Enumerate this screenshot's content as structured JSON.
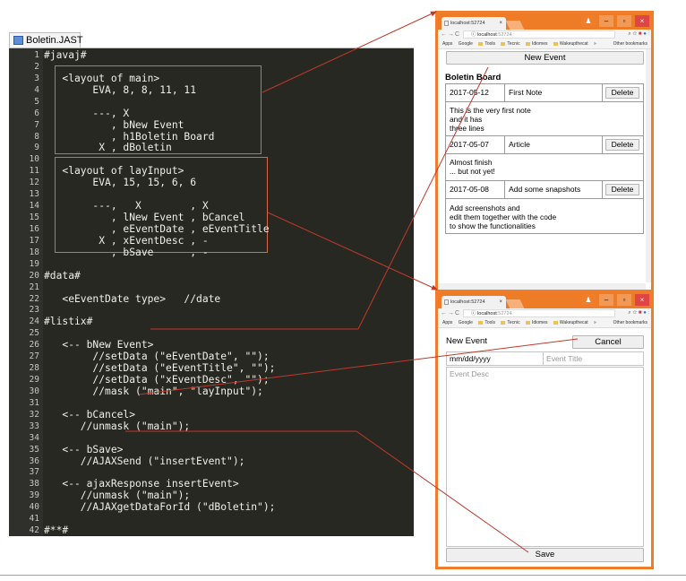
{
  "editor": {
    "tab_label": "Boletin.JAST",
    "lines": [
      "#javaj#",
      "",
      "   <layout of main>",
      "        EVA, 8, 8, 11, 11",
      "",
      "        ---, X",
      "           , bNew Event",
      "           , h1Boletin Board",
      "         X , dBoletin",
      "",
      "   <layout of layInput>",
      "        EVA, 15, 15, 6, 6",
      "",
      "        ---,   X        , X",
      "           , lNew Event , bCancel",
      "           , eEventDate , eEventTitle",
      "         X , xEventDesc , -",
      "           , bSave      , -",
      "",
      "#data#",
      "",
      "   <eEventDate type>   //date",
      "",
      "#listix#",
      "",
      "   <-- bNew Event>",
      "        //setData (\"eEventDate\", \"\");",
      "        //setData (\"eEventTitle\", \"\");",
      "        //setData (\"xEventDesc\", \"\");",
      "        //mask (\"main\", \"layInput\");",
      "",
      "   <-- bCancel>",
      "      //unmask (\"main\");",
      "",
      "   <-- bSave>",
      "      //AJAXSend (\"insertEvent\");",
      "",
      "   <-- ajaxResponse insertEvent>",
      "      //unmask (\"main\");",
      "      //AJAXgetDataForId (\"dBoletin\");",
      "",
      "#**#",
      ""
    ]
  },
  "browser_common": {
    "tab_title": "localhost:52724",
    "tab_close": "×",
    "url_host": "localhost",
    "url_port": ":52724",
    "back": "←",
    "forward": "→",
    "reload": "C",
    "info": "ⓘ",
    "addr_icons": {
      "search": "⌕",
      "star": "☆",
      "ext1": "■",
      "ext2": "●",
      "menu": "⋮"
    },
    "bookmarks": [
      "Apps",
      "Google",
      "Tools",
      "Tecnic",
      "Idiomes",
      "Wakeupthecat"
    ],
    "bookmarks_more": "»",
    "other_bookmarks": "Other bookmarks",
    "controls": {
      "user": "♟",
      "minimize": "–",
      "maximize": "▫",
      "close": "×"
    }
  },
  "window_main": {
    "new_event_label": "New Event",
    "board_title": "Boletin Board",
    "delete_label": "Delete",
    "events": [
      {
        "date": "2017-05-12",
        "title": "First Note",
        "desc": "This is the very first note\nand it has\nthree lines"
      },
      {
        "date": "2017-05-07",
        "title": "Article",
        "desc": "Almost finish\n... but not yet!"
      },
      {
        "date": "2017-05-08",
        "title": "Add some snapshots",
        "desc": "Add screenshots and\nedit them together with the code\nto show the functionalities"
      }
    ]
  },
  "window_input": {
    "new_event_label": "New Event",
    "cancel_label": "Cancel",
    "date_placeholder": "mm/dd/yyyy",
    "title_placeholder": "Event Title",
    "desc_placeholder": "Event Desc",
    "save_label": "Save"
  },
  "colors": {
    "editor_bg": "#272822",
    "window_border": "#ef7d2a",
    "connector": "#c0392b"
  }
}
